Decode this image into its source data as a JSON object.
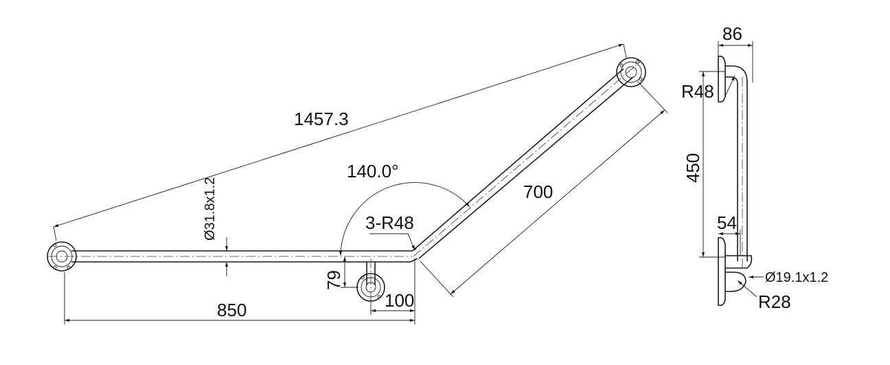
{
  "drawing": {
    "dims": {
      "diagonal": "1457.3",
      "angle": "140.0°",
      "tube_main": "Ø31.8x1.2",
      "bend_radius_main": "3-R48",
      "arm_long": "700",
      "offset_79": "79",
      "offset_100": "100",
      "length_850": "850",
      "side_width_86": "86",
      "side_radius_top": "R48",
      "side_height_450": "450",
      "side_offset_54": "54",
      "side_tube": "Ø19.1x1.2",
      "side_radius_bottom": "R28"
    },
    "colors": {
      "line": "#1a1a1a",
      "background": "#ffffff"
    }
  }
}
